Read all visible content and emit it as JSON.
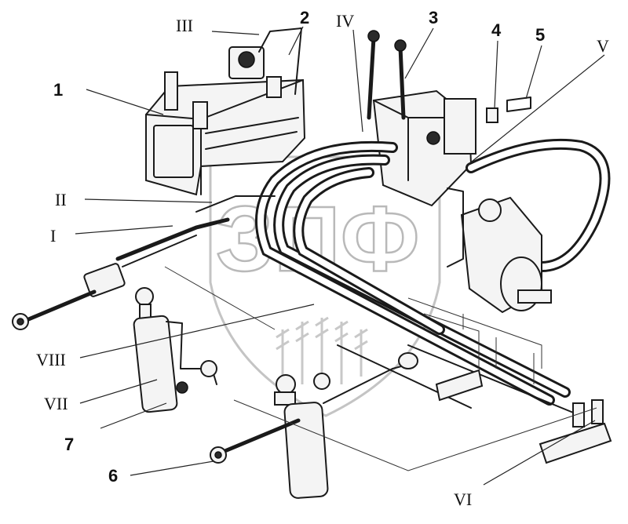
{
  "watermark": {
    "text": "ЗПФ"
  },
  "labels": {
    "l1": "1",
    "l2": "2",
    "l3": "3",
    "l4": "4",
    "l5": "5",
    "l6": "6",
    "l7": "7",
    "lI": "I",
    "lII": "II",
    "lIII": "III",
    "lIV": "IV",
    "lV": "V",
    "lVI": "VI",
    "lVII": "VII",
    "lVIII": "VIII"
  }
}
